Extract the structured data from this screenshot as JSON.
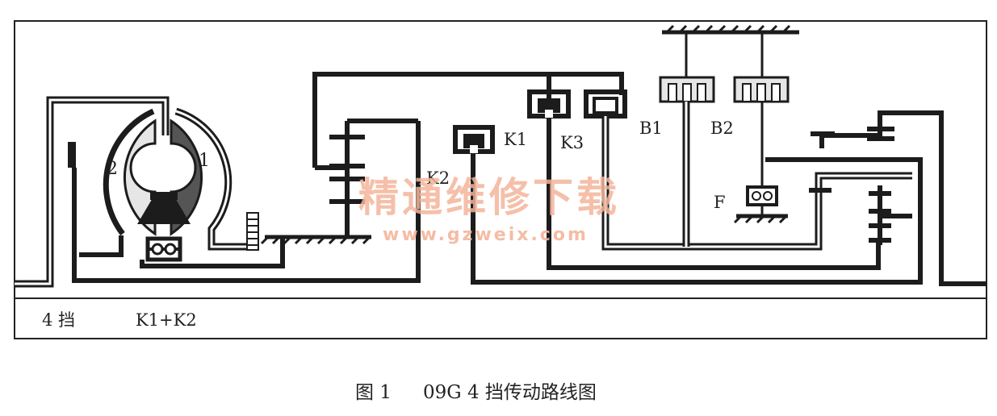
{
  "labels": {
    "k1": "K1",
    "k2": "K2",
    "k3": "K3",
    "b1": "B1",
    "b2": "B2",
    "f": "F",
    "pump1": "1",
    "pump2": "2",
    "gear": "4 挡",
    "clutches": "K1+K2"
  },
  "watermark": {
    "text": "精通维修下载",
    "url": "www.gzweix.com"
  },
  "caption": {
    "figure": "图 1",
    "title": "09G 4 挡传动路线图"
  },
  "colors": {
    "line": "#1c1c1c",
    "turbine_fill": "#555555",
    "impeller_fill": "#e6e6e6",
    "watermark": "#f4b59b"
  }
}
